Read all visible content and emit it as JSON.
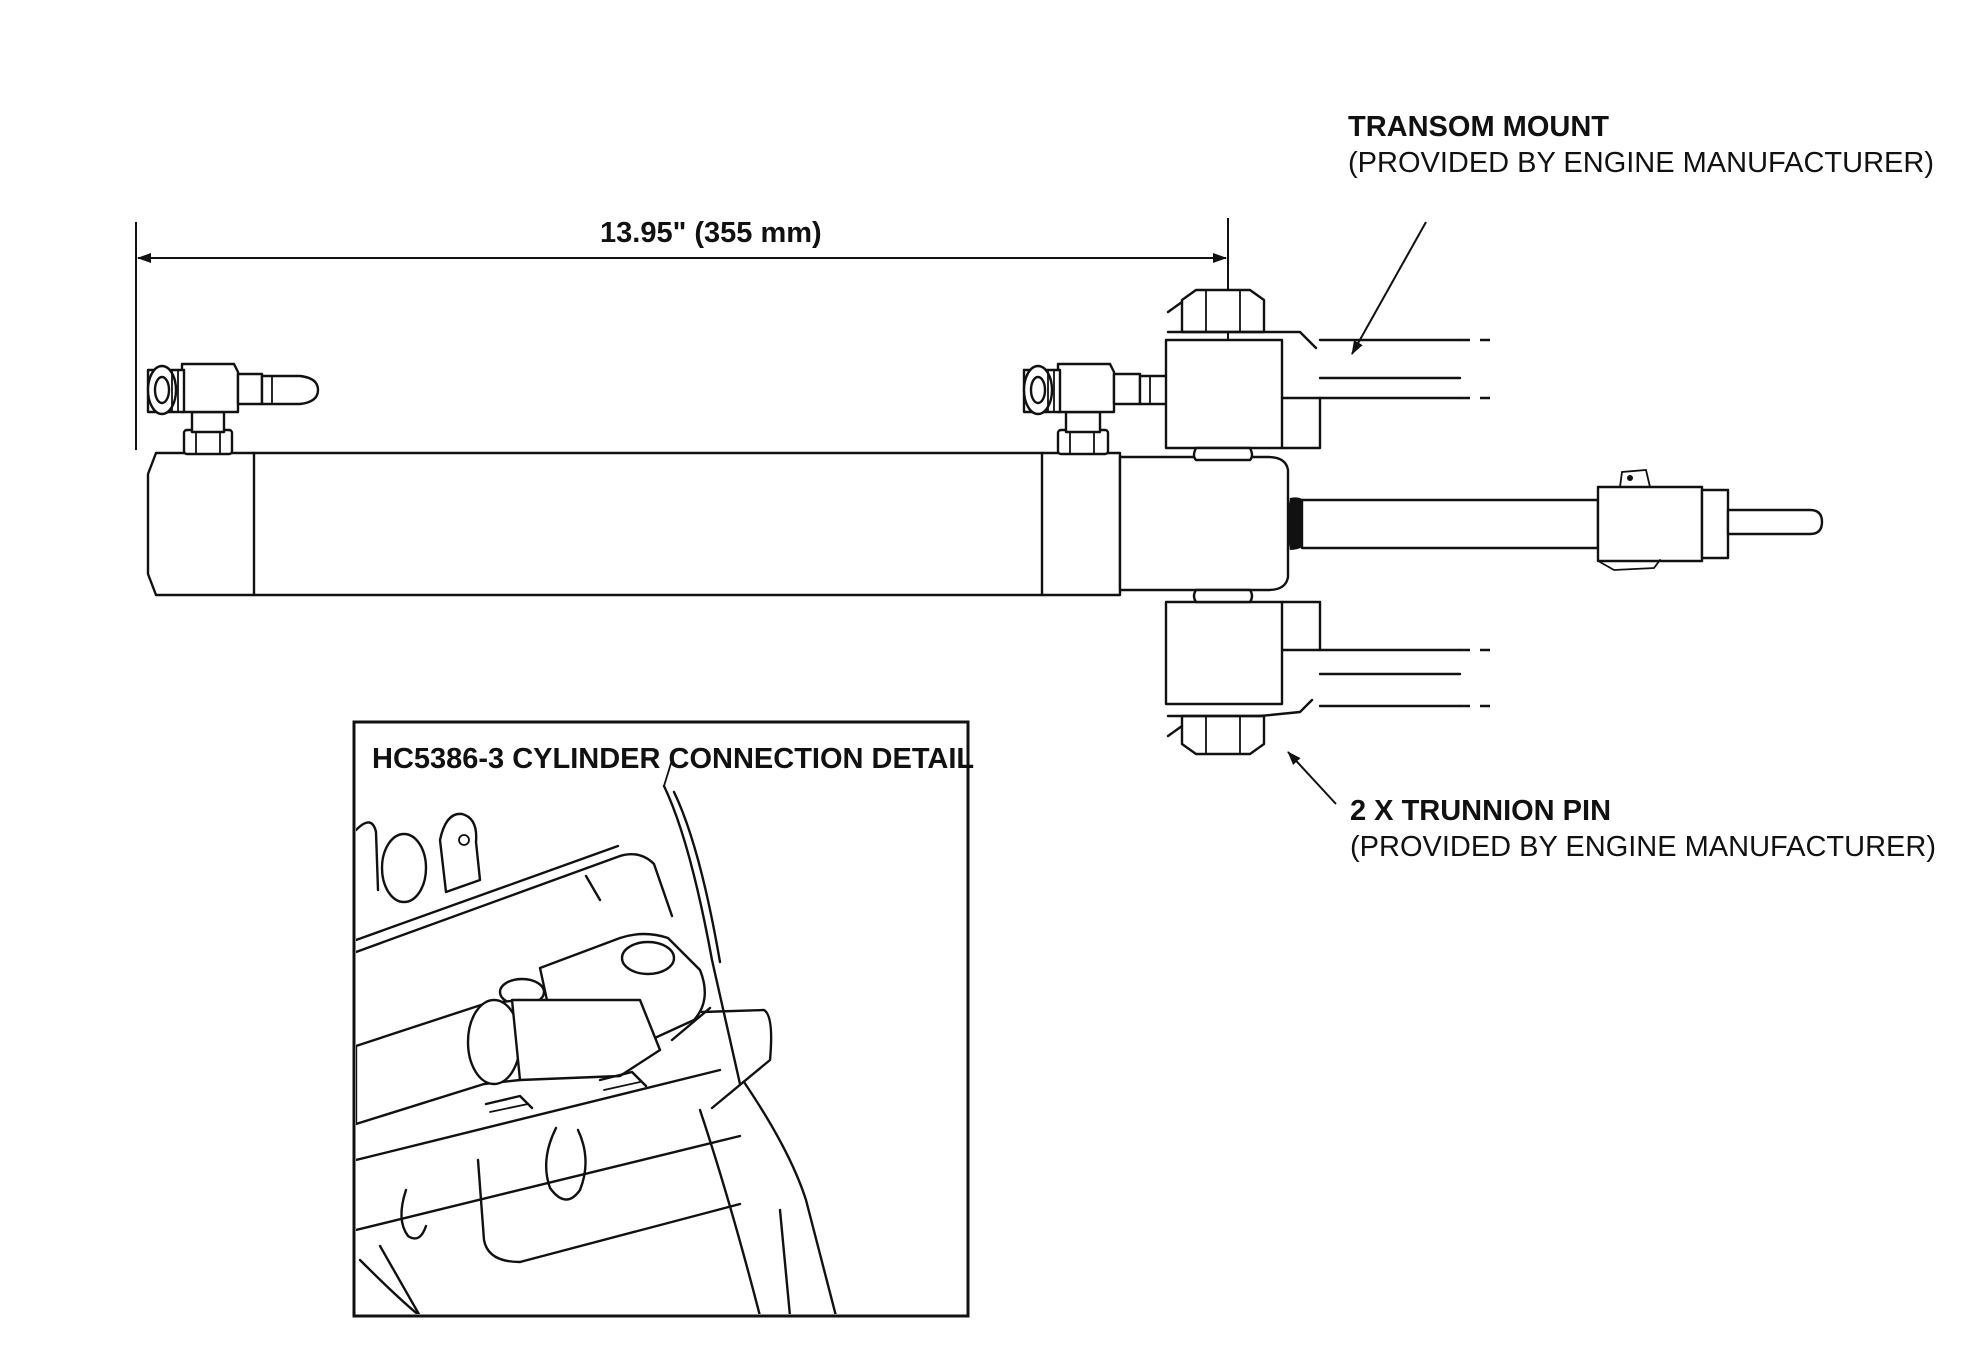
{
  "dimension": {
    "label": "13.95\" (355 mm)"
  },
  "callouts": {
    "transom_mount": {
      "title": "TRANSOM MOUNT",
      "note": "(PROVIDED BY ENGINE MANUFACTURER)"
    },
    "trunnion_pin": {
      "title": "2 X TRUNNION PIN",
      "note": "(PROVIDED BY ENGINE MANUFACTURER)"
    }
  },
  "detail_inset": {
    "title": "HC5386-3 CYLINDER CONNECTION DETAIL"
  }
}
